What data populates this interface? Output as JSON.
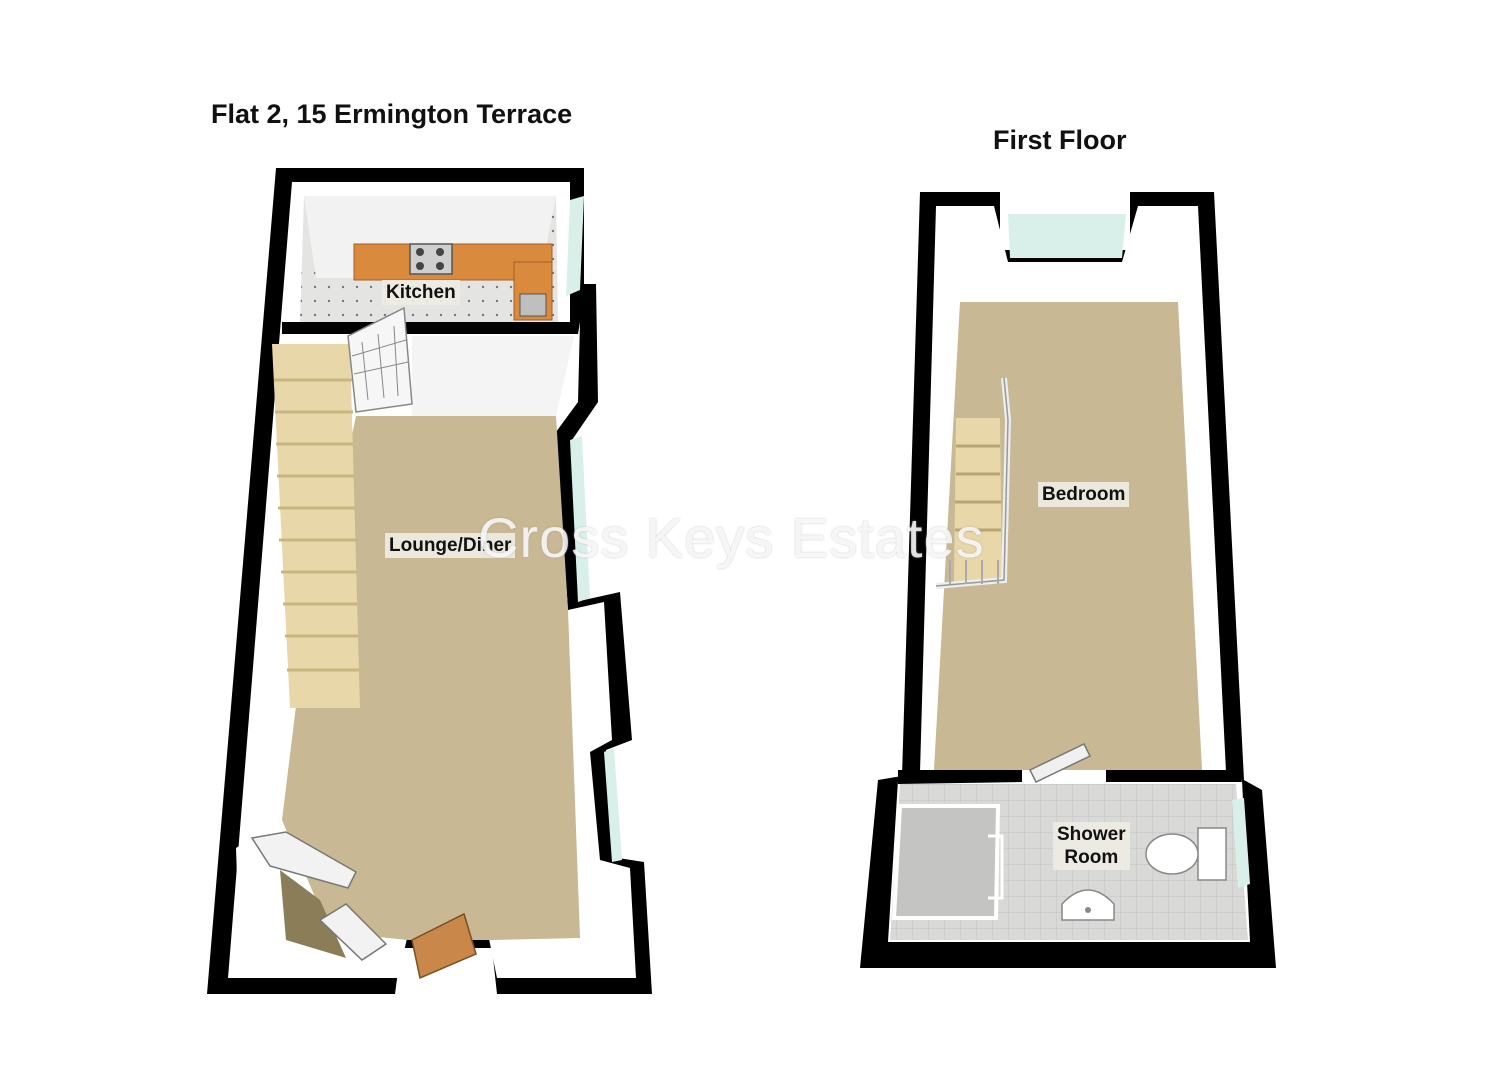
{
  "titles": {
    "ground_floor": "Flat 2, 15 Ermington Terrace",
    "first_floor": "First Floor"
  },
  "rooms": {
    "kitchen": "Kitchen",
    "lounge": "Lounge/Diner",
    "bedroom": "Bedroom",
    "shower_line1": "Shower",
    "shower_line2": "Room"
  },
  "watermark": "Cross Keys Estates",
  "colors": {
    "wall": "#000000",
    "wall_face": "#ffffff",
    "carpet": "#c8b893",
    "stairs": "#e8d7a8",
    "worktop": "#d98a3c",
    "tile": "#d7d7d5",
    "window": "#d9f0ea",
    "door": "#c9874a"
  }
}
